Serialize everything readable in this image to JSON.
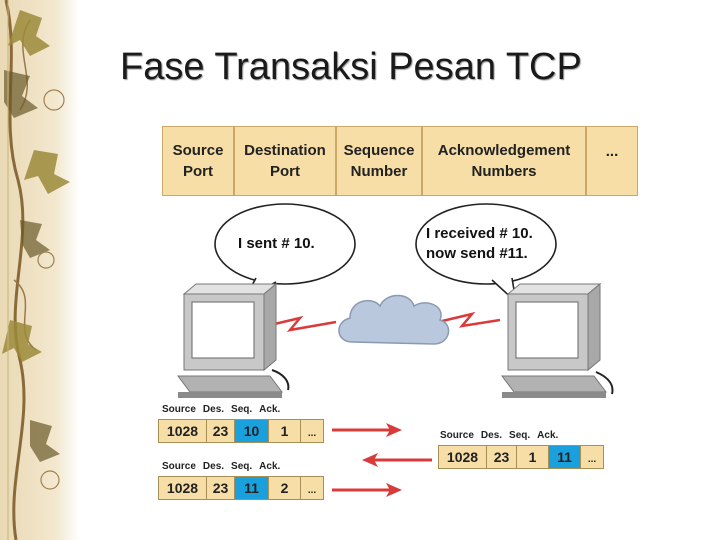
{
  "title": "Fase Transaksi Pesan TCP",
  "header_fields": [
    {
      "line1": "Source",
      "line2": "Port"
    },
    {
      "line1": "Destination",
      "line2": "Port"
    },
    {
      "line1": "Sequence",
      "line2": "Number"
    },
    {
      "line1": "Acknowledgement",
      "line2": "Numbers"
    },
    {
      "line1": "...",
      "line2": ""
    }
  ],
  "bubbles": {
    "left": {
      "line1": "I sent # 10.",
      "line2": ""
    },
    "right": {
      "line1": "I received # 10.",
      "line2": "now send #11."
    }
  },
  "packets": [
    {
      "labels": [
        "Source",
        "Des.",
        "Seq.",
        "Ack."
      ],
      "values": [
        "1028",
        "23",
        "10",
        "1",
        "..."
      ],
      "highlight": 2
    },
    {
      "labels": [
        "Source",
        "Des.",
        "Seq.",
        "Ack."
      ],
      "values": [
        "1028",
        "23",
        "1",
        "11",
        "..."
      ],
      "highlight": 3
    },
    {
      "labels": [
        "Source",
        "Des.",
        "Seq.",
        "Ack."
      ],
      "values": [
        "1028",
        "23",
        "11",
        "2",
        "..."
      ],
      "highlight": 2
    }
  ],
  "colors": {
    "field_fill": "#f6dea6",
    "highlight": "#1aa0dc",
    "arrow": "#d93a3a",
    "link": "#d93a3a",
    "cloud": "#b9c8dc",
    "computer": "#c4c4c4"
  },
  "icons": [
    "vine-border",
    "computer-icon",
    "cloud-icon",
    "arrow-right-icon",
    "arrow-left-icon",
    "speech-bubble-icon"
  ]
}
